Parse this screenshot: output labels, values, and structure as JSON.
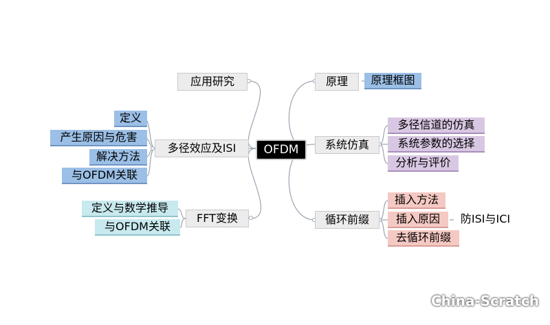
{
  "center": "OFDM",
  "left": {
    "application": "应用研究",
    "multipath": {
      "label": "多径效应及ISI",
      "children": [
        "定义",
        "产生原因与危害",
        "解决方法",
        "与OFDM关联"
      ]
    },
    "fft": {
      "label": "FFT变换",
      "children": [
        "定义与数学推导",
        "与OFDM关联"
      ]
    }
  },
  "right": {
    "principle": {
      "label": "原理",
      "children": [
        "原理框图"
      ]
    },
    "simulation": {
      "label": "系统仿真",
      "children": [
        "多径信道的仿真",
        "系统参数的选择",
        "分析与评价"
      ]
    },
    "cyclic_prefix": {
      "label": "循环前缀",
      "children": [
        "插入方法",
        "插入原因",
        "去循环前缀"
      ],
      "insert_reason_child": "防ISI与ICI"
    }
  },
  "watermark": "China-Scratch",
  "colors": {
    "center_bg": "#000000",
    "main_node_bg": "#ececec",
    "blue_leaf": "#9bbfe6",
    "cyan_leaf": "#c8e9ee",
    "purple_leaf": "#d8c7e2",
    "pink_leaf": "#f5c9c3",
    "connector": "#9aa4b0"
  }
}
